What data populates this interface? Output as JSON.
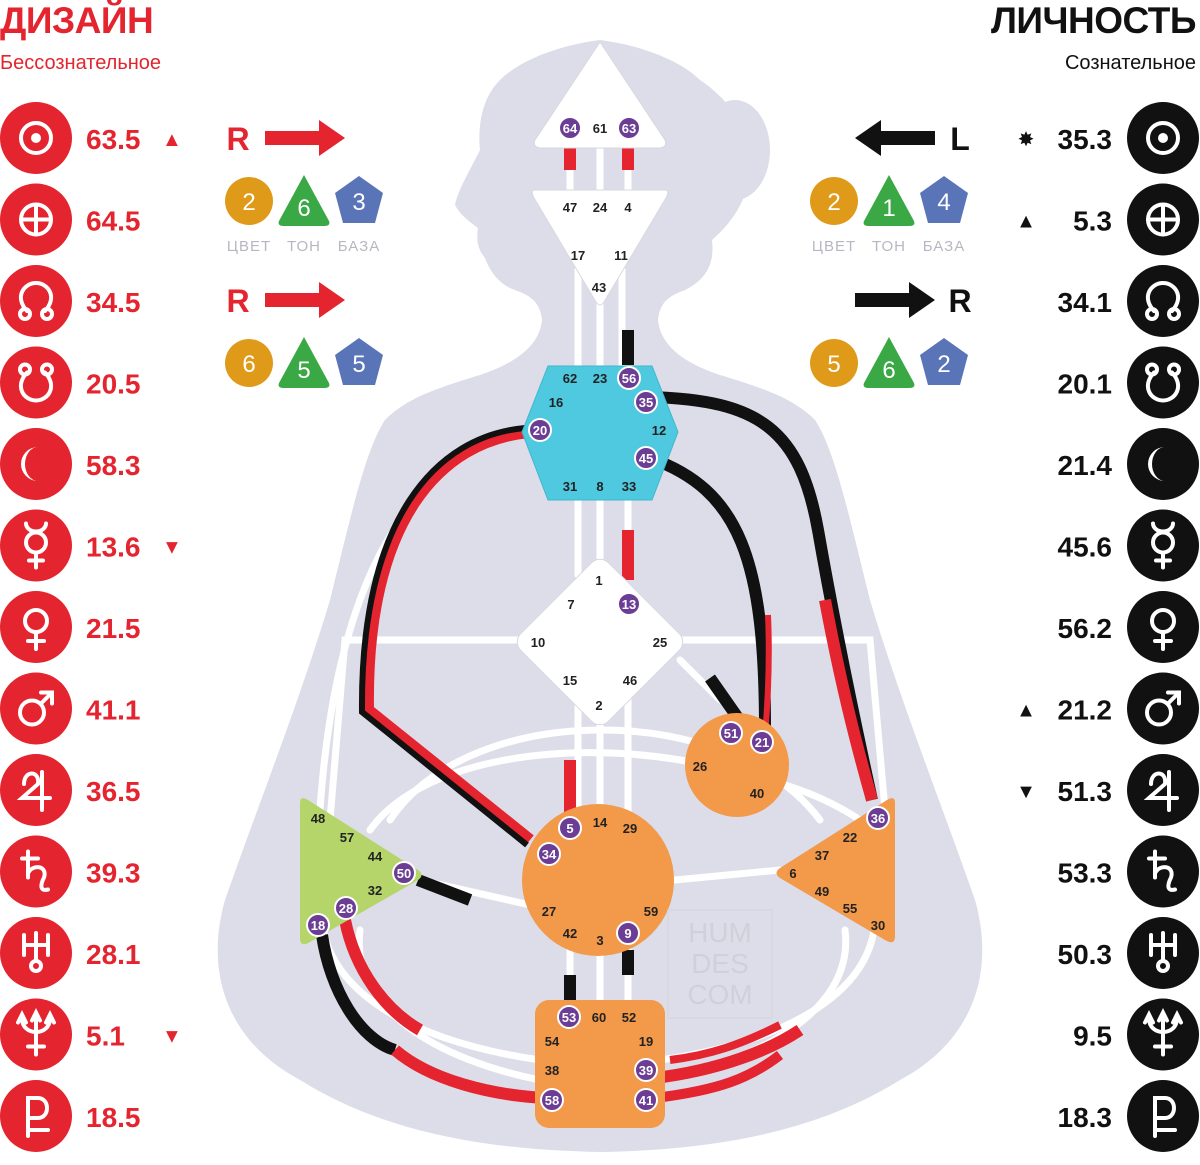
{
  "design": {
    "title": "ДИЗАЙН",
    "subtitle": "Бессознательное",
    "color": "#e4242e",
    "planets": [
      {
        "icon": "sun-icon",
        "value": "63.5",
        "mark": "▲"
      },
      {
        "icon": "earth-icon",
        "value": "64.5",
        "mark": ""
      },
      {
        "icon": "north-node-icon",
        "value": "34.5",
        "mark": ""
      },
      {
        "icon": "south-node-icon",
        "value": "20.5",
        "mark": ""
      },
      {
        "icon": "moon-icon",
        "value": "58.3",
        "mark": ""
      },
      {
        "icon": "mercury-icon",
        "value": "13.6",
        "mark": "▼"
      },
      {
        "icon": "venus-icon",
        "value": "21.5",
        "mark": ""
      },
      {
        "icon": "mars-icon",
        "value": "41.1",
        "mark": ""
      },
      {
        "icon": "jupiter-icon",
        "value": "36.5",
        "mark": ""
      },
      {
        "icon": "saturn-icon",
        "value": "39.3",
        "mark": ""
      },
      {
        "icon": "uranus-icon",
        "value": "28.1",
        "mark": ""
      },
      {
        "icon": "neptune-icon",
        "value": "5.1",
        "mark": "▼"
      },
      {
        "icon": "pluto-icon",
        "value": "18.5",
        "mark": ""
      }
    ],
    "variables": [
      {
        "direction": "R",
        "color": "2",
        "tone": "6",
        "base": "3"
      },
      {
        "direction": "R",
        "color": "6",
        "tone": "5",
        "base": "5"
      }
    ]
  },
  "personality": {
    "title": "ЛИЧНОСТЬ",
    "subtitle": "Сознательное",
    "color": "#111111",
    "planets": [
      {
        "icon": "sun-icon",
        "value": "35.3",
        "mark": "✸"
      },
      {
        "icon": "earth-icon",
        "value": "5.3",
        "mark": "▲"
      },
      {
        "icon": "north-node-icon",
        "value": "34.1",
        "mark": ""
      },
      {
        "icon": "south-node-icon",
        "value": "20.1",
        "mark": ""
      },
      {
        "icon": "moon-icon",
        "value": "21.4",
        "mark": ""
      },
      {
        "icon": "mercury-icon",
        "value": "45.6",
        "mark": ""
      },
      {
        "icon": "venus-icon",
        "value": "56.2",
        "mark": ""
      },
      {
        "icon": "mars-icon",
        "value": "21.2",
        "mark": "▲"
      },
      {
        "icon": "jupiter-icon",
        "value": "51.3",
        "mark": "▼"
      },
      {
        "icon": "saturn-icon",
        "value": "53.3",
        "mark": ""
      },
      {
        "icon": "uranus-icon",
        "value": "50.3",
        "mark": ""
      },
      {
        "icon": "neptune-icon",
        "value": "9.5",
        "mark": ""
      },
      {
        "icon": "pluto-icon",
        "value": "18.3",
        "mark": ""
      }
    ],
    "variables": [
      {
        "direction": "L",
        "color": "2",
        "tone": "1",
        "base": "4"
      },
      {
        "direction": "R",
        "color": "5",
        "tone": "6",
        "base": "2"
      }
    ]
  },
  "variable_labels": {
    "color": "ЦВЕТ",
    "tone": "ТОН",
    "base": "БАЗА"
  },
  "shape_colors": {
    "color": "#e09a1a",
    "tone": "#3aa845",
    "base": "#5a74b8"
  },
  "watermark": [
    "HUM",
    "DES",
    "COM"
  ],
  "centers": {
    "head": {
      "gates": [
        "64",
        "61",
        "63"
      ],
      "active": [
        "64",
        "63"
      ],
      "fill": "#ffffff"
    },
    "ajna": {
      "gates": [
        "47",
        "24",
        "4",
        "17",
        "11",
        "43"
      ],
      "active": [],
      "fill": "#ffffff"
    },
    "throat": {
      "gates": [
        "62",
        "23",
        "56",
        "16",
        "35",
        "20",
        "12",
        "45",
        "31",
        "8",
        "33"
      ],
      "active": [
        "56",
        "35",
        "20",
        "45"
      ],
      "fill": "#4ec9df"
    },
    "g": {
      "gates": [
        "1",
        "7",
        "13",
        "10",
        "25",
        "15",
        "46",
        "2"
      ],
      "active": [
        "13"
      ],
      "fill": "#ffffff"
    },
    "heart": {
      "gates": [
        "51",
        "21",
        "26",
        "40"
      ],
      "active": [
        "51",
        "21"
      ],
      "fill": "#f2994a"
    },
    "sacral": {
      "gates": [
        "5",
        "14",
        "29",
        "34",
        "27",
        "59",
        "42",
        "3",
        "9"
      ],
      "active": [
        "5",
        "34",
        "9"
      ],
      "fill": "#f2994a"
    },
    "spleen": {
      "gates": [
        "48",
        "57",
        "44",
        "50",
        "32",
        "28",
        "18"
      ],
      "active": [
        "50",
        "28",
        "18"
      ],
      "fill": "#b5d56a"
    },
    "solar_plexus": {
      "gates": [
        "36",
        "22",
        "37",
        "6",
        "49",
        "55",
        "30"
      ],
      "active": [
        "36"
      ],
      "fill": "#f2994a"
    },
    "root": {
      "gates": [
        "53",
        "60",
        "52",
        "54",
        "19",
        "38",
        "39",
        "58",
        "41"
      ],
      "active": [
        "53",
        "39",
        "58",
        "41"
      ],
      "fill": "#f2994a"
    }
  },
  "palette": {
    "body": "#dcdde8",
    "active_gate": "#6b3d94",
    "design_line": "#e4242e",
    "personality_line": "#111111",
    "channel": "#ffffff"
  }
}
